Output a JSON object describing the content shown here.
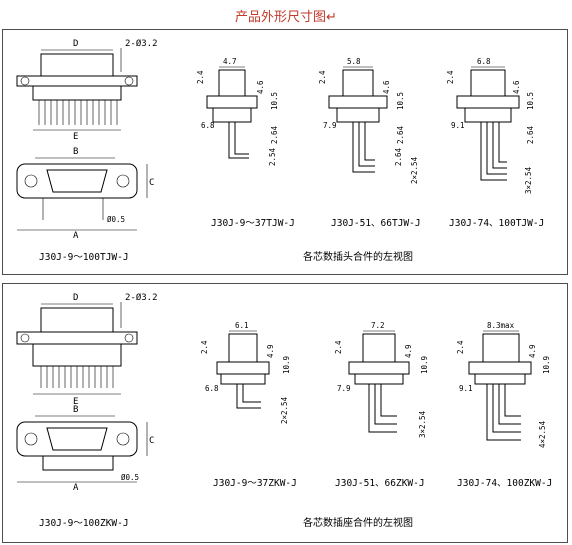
{
  "page": {
    "title": "产品外形尺寸图↵"
  },
  "top": {
    "front_labels": {
      "D": "D",
      "hole": "2-Ø3.2",
      "E": "E"
    },
    "bottom_labels": {
      "B": "B",
      "C": "C",
      "A": "A",
      "pin": "Ø0.5"
    },
    "main_caption": "J30J-9～100TJW-J",
    "views": [
      {
        "width": "4.7",
        "h1": "2.4",
        "h2": "4.6",
        "h3": "10.5",
        "h4": "2.64",
        "offset": "6.8",
        "pitch": "2.54",
        "pitch2": "",
        "caption": "J30J-9～37TJW-J"
      },
      {
        "width": "5.8",
        "h1": "2.4",
        "h2": "4.6",
        "h3": "10.5",
        "h4": "2.64",
        "offset": "7.9",
        "pitch": "2.64",
        "pitch2": "2×2.54",
        "caption": "J30J-51、66TJW-J"
      },
      {
        "width": "6.8",
        "h1": "2.4",
        "h2": "4.6",
        "h3": "10.5",
        "h4": "2.64",
        "offset": "9.1",
        "pitch": "3×2.54",
        "pitch2": "",
        "caption": "J30J-74、100TJW-J"
      }
    ],
    "side_caption": "各芯数插头合件的左视图"
  },
  "bottom": {
    "front_labels": {
      "D": "D",
      "hole": "2-Ø3.2",
      "E": "E"
    },
    "bottom_labels": {
      "B": "B",
      "C": "C",
      "A": "A",
      "pin": "Ø0.5"
    },
    "main_caption": "J30J-9～100ZKW-J",
    "views": [
      {
        "width": "6.1",
        "h1": "2.4",
        "h2": "4.9",
        "h3": "10.9",
        "offset": "6.8",
        "pitch": "2×2.54",
        "caption": "J30J-9～37ZKW-J"
      },
      {
        "width": "7.2",
        "h1": "2.4",
        "h2": "4.9",
        "h3": "10.9",
        "offset": "7.9",
        "pitch": "3×2.54",
        "caption": "J30J-51、66ZKW-J"
      },
      {
        "width": "8.3max",
        "h1": "2.4",
        "h2": "4.9",
        "h3": "10.9",
        "offset": "9.1",
        "pitch": "4×2.54",
        "caption": "J30J-74、100ZKW-J"
      }
    ],
    "side_caption": "各芯数插座合件的左视图"
  }
}
